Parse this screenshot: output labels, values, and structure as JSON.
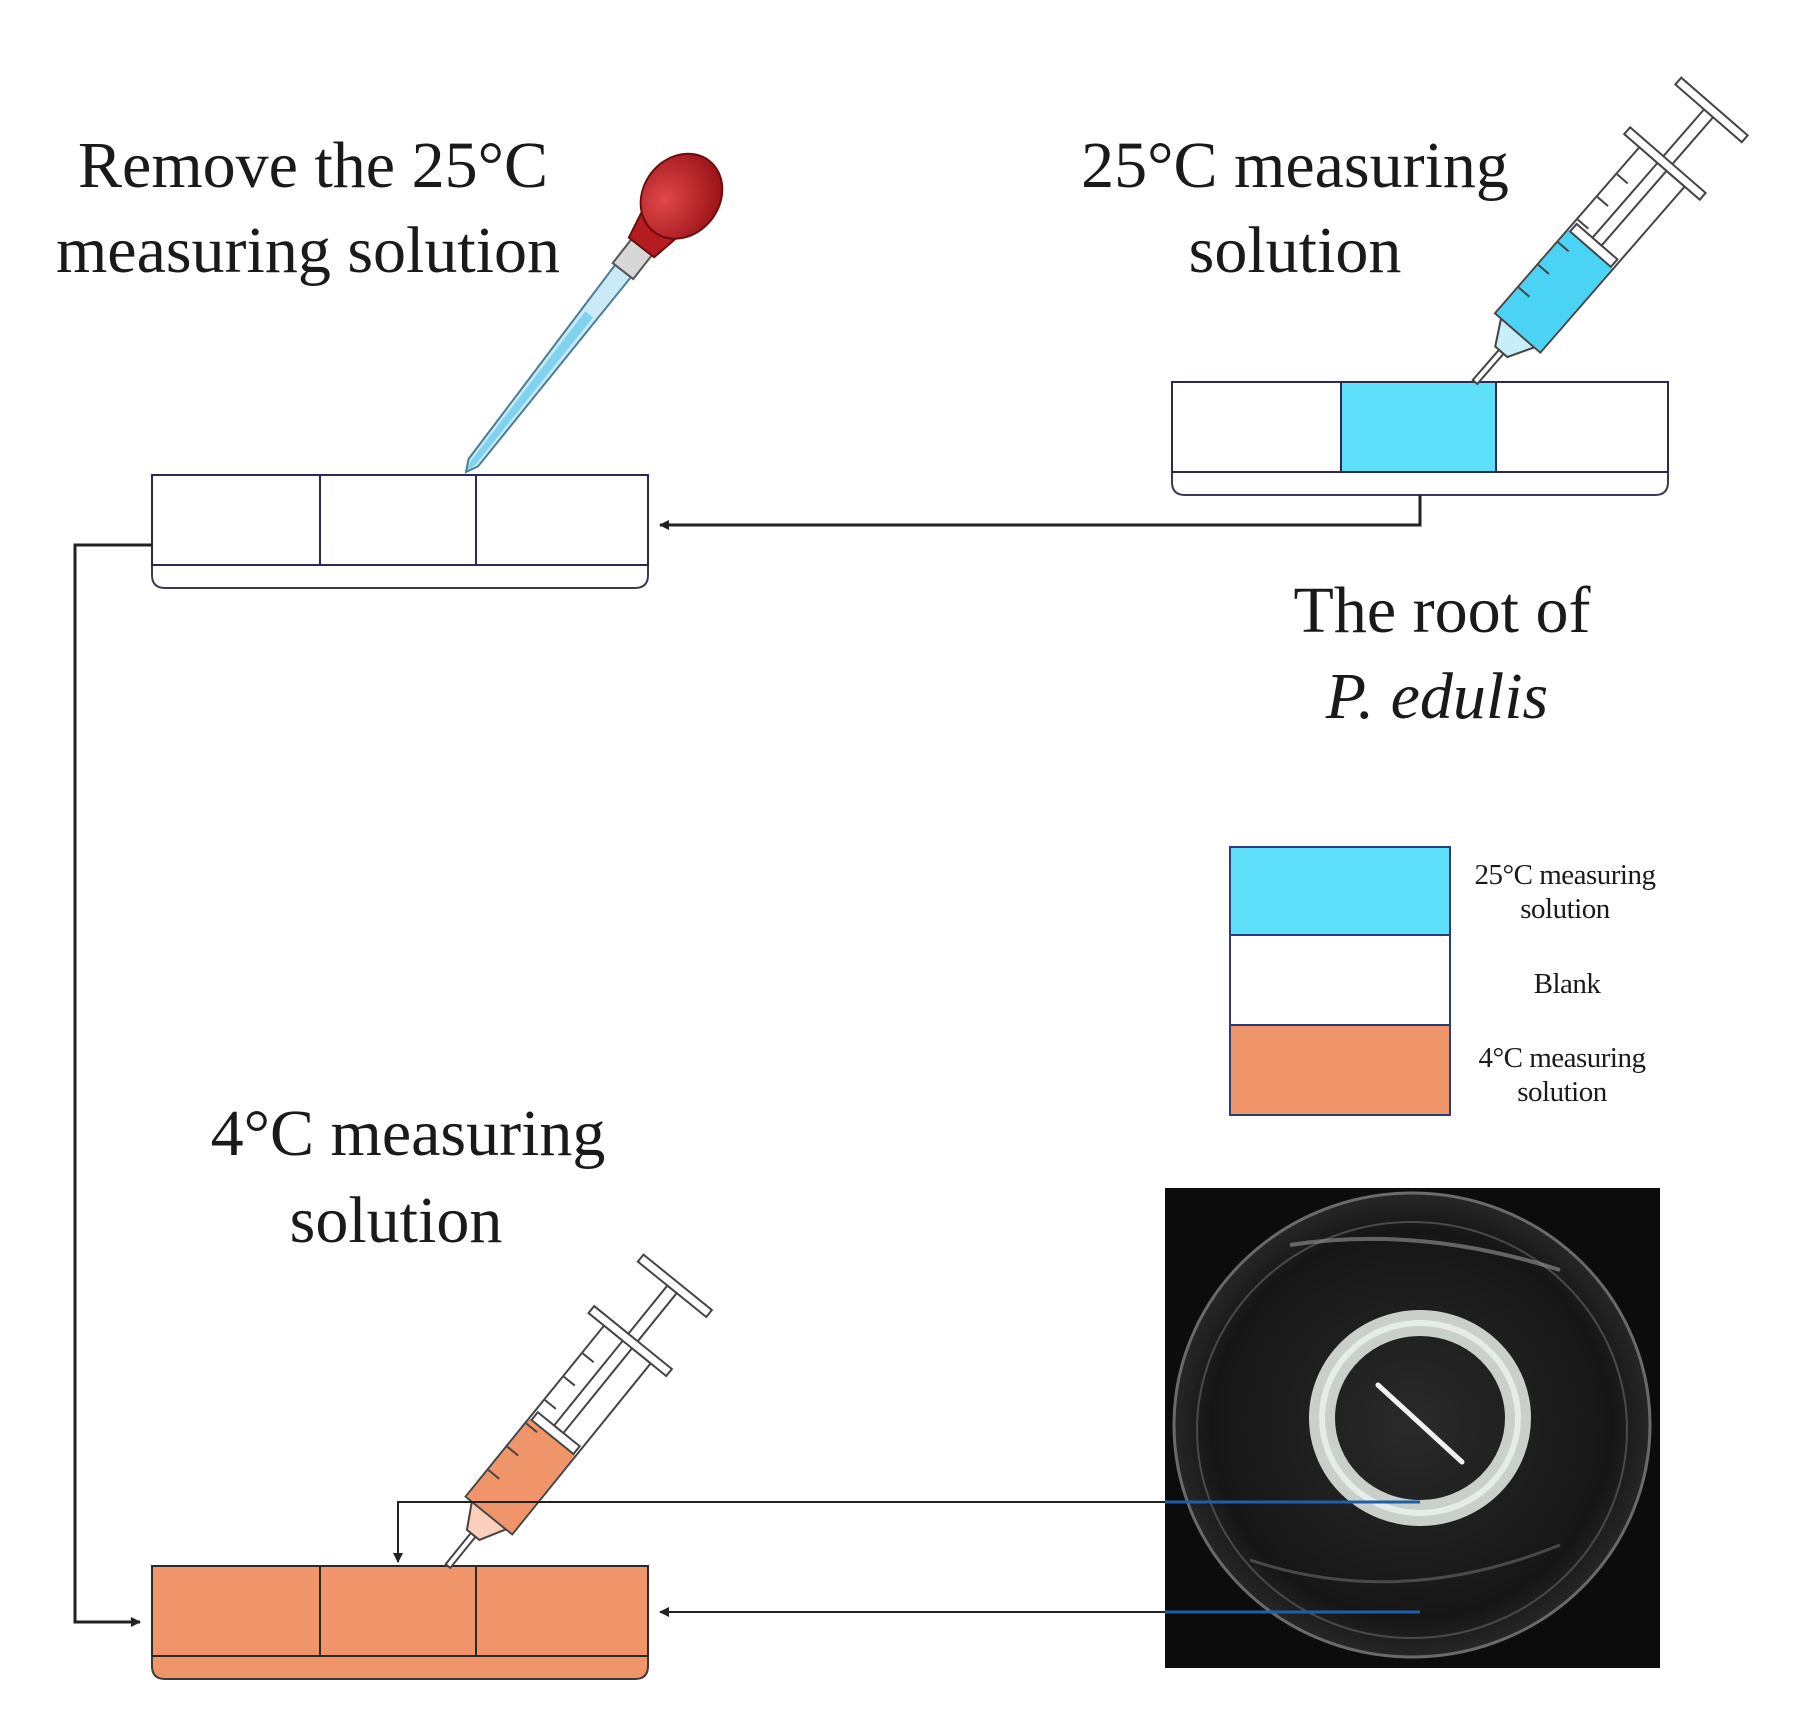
{
  "labels": {
    "remove_line1": "Remove the 25°C",
    "remove_line2": "measuring solution",
    "warm_line1": "25°C measuring",
    "warm_line2": "solution",
    "root_line1": "The root of",
    "root_line2": "P. edulis",
    "cold_line1": "4°C measuring",
    "cold_line2": "solution"
  },
  "legend": [
    {
      "line1": "25°C measuring",
      "line2": "solution",
      "color": "#5FE0FA"
    },
    {
      "line1": "Blank",
      "line2": "",
      "color": "#FFFFFF"
    },
    {
      "line1": "4°C measuring",
      "line2": "solution",
      "color": "#F0956A"
    }
  ],
  "colors": {
    "warm_solution": "#5FE0FA",
    "cold_solution": "#F0956A",
    "dropper_bulb": "#B81E22",
    "connector_blue": "#1E5FA8",
    "photo_background": "#0c0c0c"
  },
  "icons": [
    "dropper-icon",
    "syringe-icon",
    "petri-dish-photo"
  ]
}
